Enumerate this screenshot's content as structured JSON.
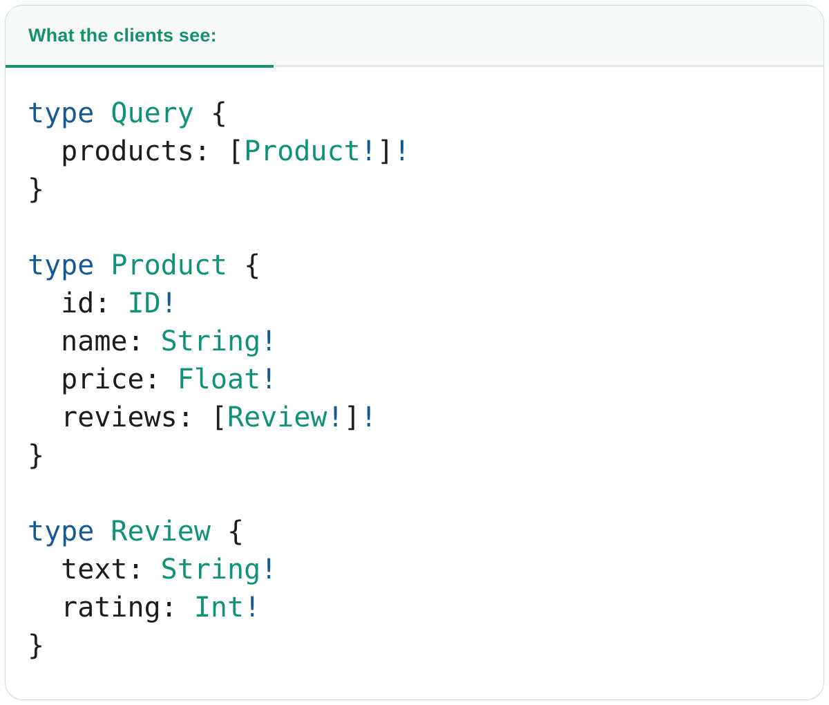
{
  "card": {
    "header": {
      "tab_label": "What the clients see:"
    },
    "code": {
      "language": "graphql",
      "lines": [
        {
          "tokens": [
            {
              "t": "type",
              "s": "kw"
            },
            {
              "t": " ",
              "s": "pl"
            },
            {
              "t": "Query",
              "s": "ty"
            },
            {
              "t": " {",
              "s": "pl"
            }
          ]
        },
        {
          "tokens": [
            {
              "t": "  products: [",
              "s": "pl"
            },
            {
              "t": "Product",
              "s": "ty"
            },
            {
              "t": "!",
              "s": "bg"
            },
            {
              "t": "]",
              "s": "pl"
            },
            {
              "t": "!",
              "s": "bg"
            }
          ]
        },
        {
          "tokens": [
            {
              "t": "}",
              "s": "pl"
            }
          ]
        },
        {
          "tokens": []
        },
        {
          "tokens": [
            {
              "t": "type",
              "s": "kw"
            },
            {
              "t": " ",
              "s": "pl"
            },
            {
              "t": "Product",
              "s": "ty"
            },
            {
              "t": " {",
              "s": "pl"
            }
          ]
        },
        {
          "tokens": [
            {
              "t": "  id: ",
              "s": "pl"
            },
            {
              "t": "ID",
              "s": "ty"
            },
            {
              "t": "!",
              "s": "bg"
            }
          ]
        },
        {
          "tokens": [
            {
              "t": "  name: ",
              "s": "pl"
            },
            {
              "t": "String",
              "s": "ty"
            },
            {
              "t": "!",
              "s": "bg"
            }
          ]
        },
        {
          "tokens": [
            {
              "t": "  price: ",
              "s": "pl"
            },
            {
              "t": "Float",
              "s": "ty"
            },
            {
              "t": "!",
              "s": "bg"
            }
          ]
        },
        {
          "tokens": [
            {
              "t": "  reviews: [",
              "s": "pl"
            },
            {
              "t": "Review",
              "s": "ty"
            },
            {
              "t": "!",
              "s": "bg"
            },
            {
              "t": "]",
              "s": "pl"
            },
            {
              "t": "!",
              "s": "bg"
            }
          ]
        },
        {
          "tokens": [
            {
              "t": "}",
              "s": "pl"
            }
          ]
        },
        {
          "tokens": []
        },
        {
          "tokens": [
            {
              "t": "type",
              "s": "kw"
            },
            {
              "t": " ",
              "s": "pl"
            },
            {
              "t": "Review",
              "s": "ty"
            },
            {
              "t": " {",
              "s": "pl"
            }
          ]
        },
        {
          "tokens": [
            {
              "t": "  text: ",
              "s": "pl"
            },
            {
              "t": "String",
              "s": "ty"
            },
            {
              "t": "!",
              "s": "bg"
            }
          ]
        },
        {
          "tokens": [
            {
              "t": "  rating: ",
              "s": "pl"
            },
            {
              "t": "Int",
              "s": "ty"
            },
            {
              "t": "!",
              "s": "bg"
            }
          ]
        },
        {
          "tokens": [
            {
              "t": "}",
              "s": "pl"
            }
          ]
        }
      ]
    },
    "colors": {
      "keyword": "#155a96",
      "type_name": "#0f9377",
      "non_null_bang": "#155a96",
      "plain": "#1d1d1f",
      "accent": "#16916e",
      "divider": "#e4e4e4",
      "header_bg": "#f8f9f9",
      "card_border": "#c3dccf"
    }
  }
}
